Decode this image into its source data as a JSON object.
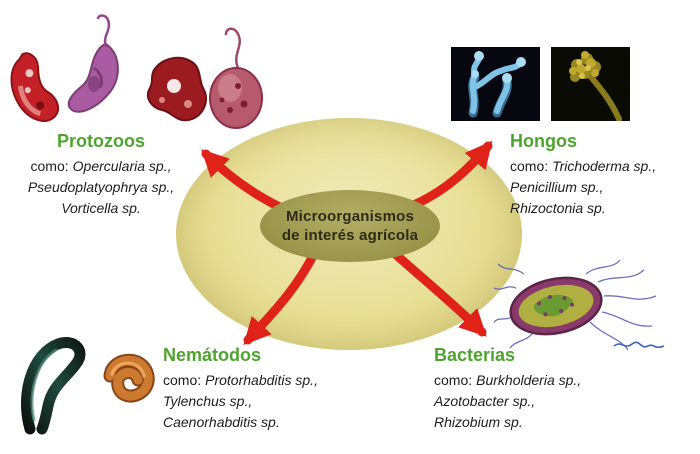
{
  "center": {
    "line1": "Microorganismos",
    "line2": "de interés agrícola"
  },
  "groups": {
    "protozoos": {
      "title": "Protozoos",
      "prefix": "como:",
      "species": [
        "Opercularia sp.,",
        "Pseudoplatyophrya sp.,",
        "Vorticella sp."
      ],
      "illustrations": [
        "red-bean-protozoan-illustration",
        "purple-flagellate-illustration",
        "dark-red-amoeba-illustration",
        "ciliate-with-flagellum-illustration"
      ]
    },
    "hongos": {
      "title": "Hongos",
      "prefix": "como:",
      "species": [
        "Trichoderma sp.,",
        "Penicillium sp.,",
        "Rhizoctonia sp."
      ],
      "illustrations": [
        "blue-fungus-micrograph",
        "yellow-fungus-micrograph"
      ]
    },
    "nematodos": {
      "title": "Nemátodos",
      "prefix": "como:",
      "species": [
        "Protorhabditis sp.,",
        "Tylenchus sp.,",
        "Caenorhabditis sp."
      ],
      "illustrations": [
        "dark-green-nematode-illustration",
        "orange-coiled-nematode-illustration"
      ]
    },
    "bacterias": {
      "title": "Bacterias",
      "prefix": "como:",
      "species": [
        "Burkholderia sp.,",
        "Azotobacter sp.,",
        "Rhizobium sp."
      ],
      "illustrations": [
        "flagellated-bacterium-illustration"
      ]
    }
  },
  "colors": {
    "heading_green": "#4fa32f",
    "arrow_red": "#e02318",
    "outer_ellipse_fill": "#e7de95",
    "inner_ellipse_fill": "#9c974c",
    "center_text": "#2e2a16"
  }
}
